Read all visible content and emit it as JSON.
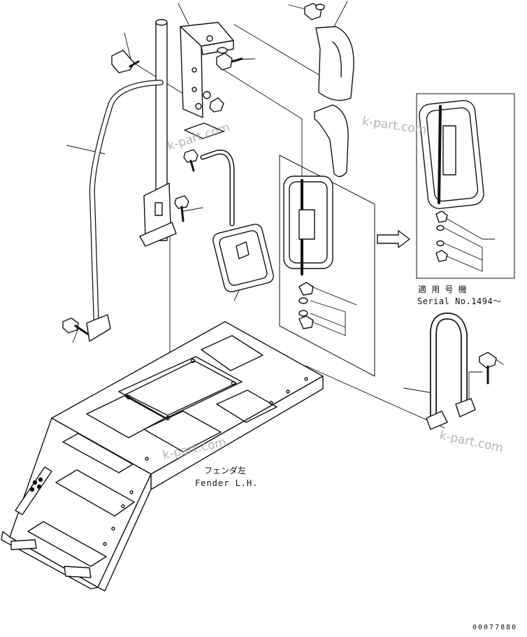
{
  "labels": {
    "serial_applicable_jp": "適 用 号 機",
    "serial_number": "Serial No.1494～",
    "fender_jp": "フェンダ左",
    "fender_en": "Fender L.H.",
    "drawing_number": "00077880"
  },
  "watermark": "k-part.com"
}
